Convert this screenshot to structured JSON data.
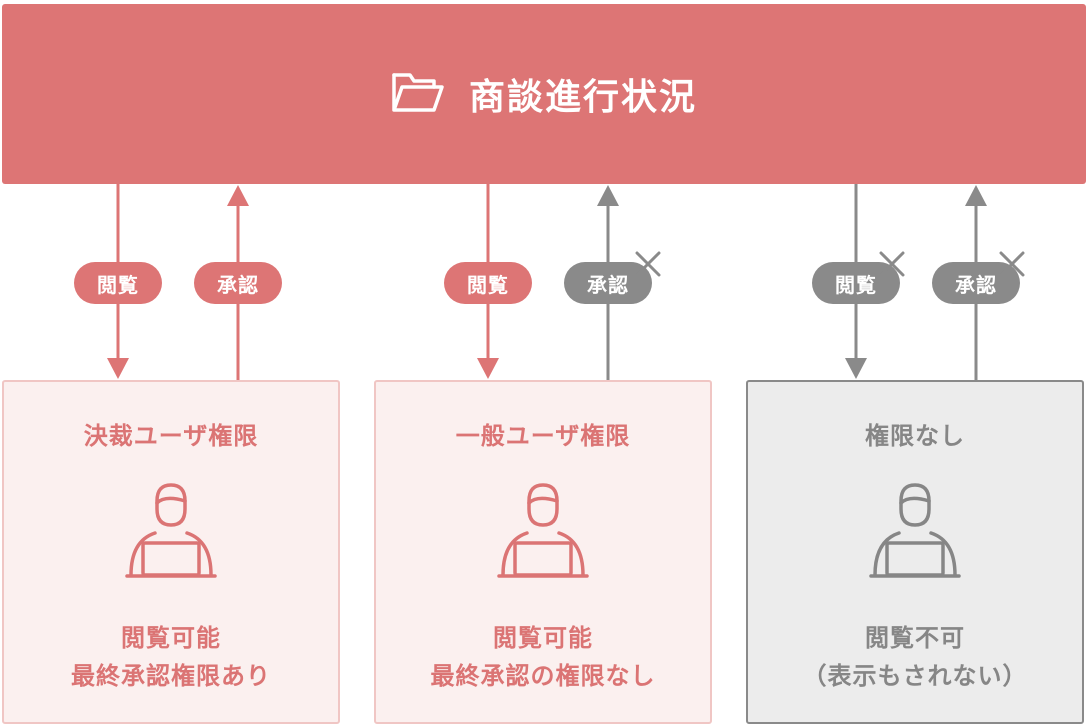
{
  "header": {
    "title": "商談進行状況",
    "icon": "folder-icon"
  },
  "pills": {
    "view": "閲覧",
    "approve": "承認"
  },
  "cards": [
    {
      "title": "決裁ユーザ権限",
      "line1": "閲覧可能",
      "line2": "最終承認権限あり",
      "view_allowed": true,
      "approve_allowed": true
    },
    {
      "title": "一般ユーザ権限",
      "line1": "閲覧可能",
      "line2": "最終承認の権限なし",
      "view_allowed": true,
      "approve_allowed": false
    },
    {
      "title": "権限なし",
      "line1": "閲覧不可",
      "line2": "（表示もされない）",
      "view_allowed": false,
      "approve_allowed": false
    }
  ],
  "colors": {
    "accent": "#dd7575",
    "accent_light_bg": "#fbf0ef",
    "accent_border": "#f0c6c4",
    "disabled": "#8a8a8a",
    "disabled_bg": "#ececec"
  }
}
